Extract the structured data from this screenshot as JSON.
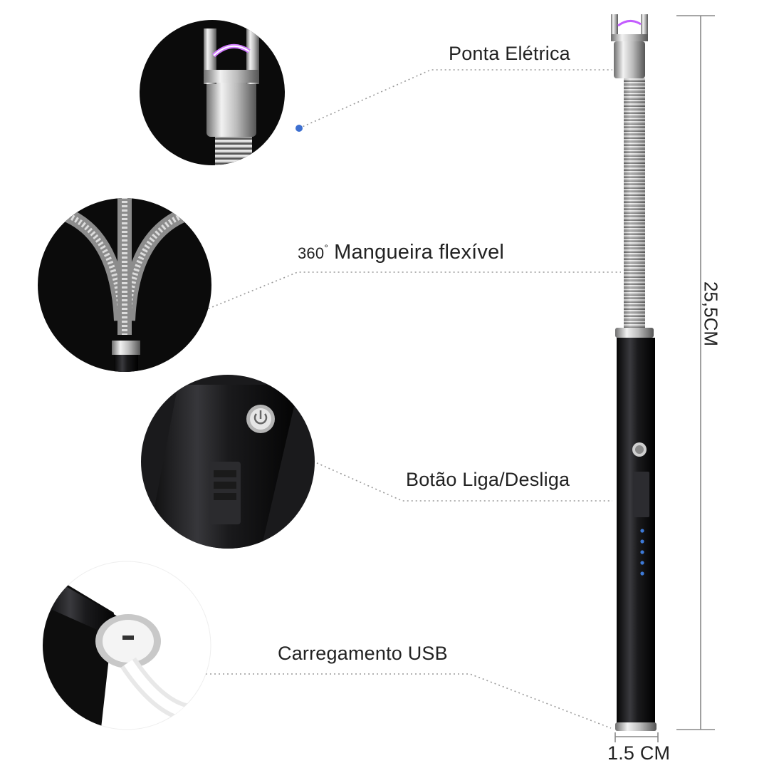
{
  "callouts": {
    "tip": "Ponta Elétrica",
    "hose_degrees": "360",
    "hose_degree_symbol": "°",
    "hose": "Mangueira flexível",
    "button": "Botão Liga/Desliga",
    "usb": "Carregamento USB"
  },
  "dimensions": {
    "height": "25,5CM",
    "width": "1.5 CM"
  },
  "colors": {
    "body": "#121214",
    "metal": "#b8b8b8",
    "arc": "#c35cff",
    "leader_line": "#9a9a9a",
    "dot": "#3d6fd0"
  }
}
